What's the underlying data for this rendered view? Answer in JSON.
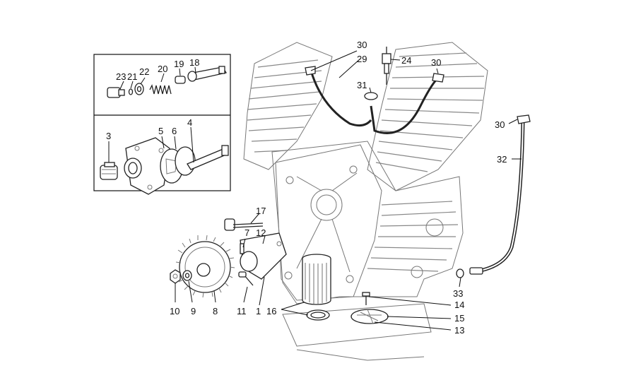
{
  "callouts": {
    "c1": "1",
    "c3": "3",
    "c4": "4",
    "c5": "5",
    "c6": "6",
    "c7": "7",
    "c8": "8",
    "c9": "9",
    "c10": "10",
    "c11": "11",
    "c12": "12",
    "c13": "13",
    "c14": "14",
    "c15": "15",
    "c16": "16",
    "c17": "17",
    "c18": "18",
    "c19": "19",
    "c20": "20",
    "c21": "21",
    "c22": "22",
    "c23": "23",
    "c24": "24",
    "c29": "29",
    "c30a": "30",
    "c30b": "30",
    "c30c": "30",
    "c31": "31",
    "c32": "32",
    "c33": "33"
  },
  "colors": {
    "ink": "#111111",
    "sketch": "#888888",
    "paper": "#ffffff"
  }
}
